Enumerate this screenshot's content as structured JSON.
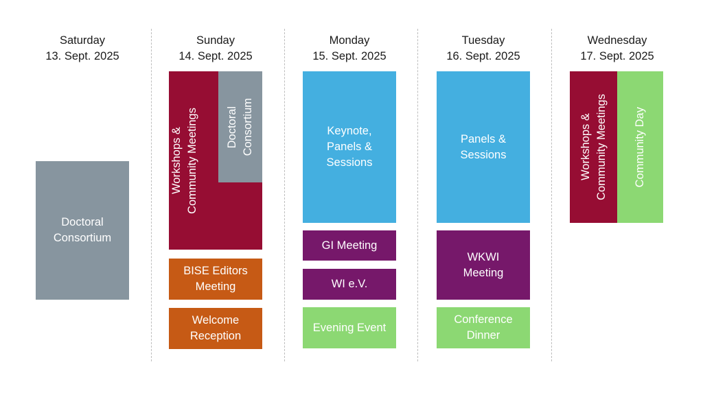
{
  "days": [
    {
      "name": "Saturday",
      "date": "13. Sept. 2025"
    },
    {
      "name": "Sunday",
      "date": "14. Sept. 2025"
    },
    {
      "name": "Monday",
      "date": "15. Sept. 2025"
    },
    {
      "name": "Tuesday",
      "date": "16. Sept. 2025"
    },
    {
      "name": "Wednesday",
      "date": "17. Sept. 2025"
    }
  ],
  "events": {
    "sat_doctoral": {
      "line1": "Doctoral",
      "line2": "Consortium"
    },
    "sun_workshops": {
      "line1": "Workshops &",
      "line2": "Community Meetings"
    },
    "sun_doctoral": {
      "line1": "Doctoral",
      "line2": "Consortium"
    },
    "sun_bise": {
      "line1": "BISE Editors",
      "line2": "Meeting"
    },
    "sun_welcome": {
      "line1": "Welcome",
      "line2": "Reception"
    },
    "mon_keynote": {
      "line1": "Keynote,",
      "line2": "Panels &",
      "line3": "Sessions"
    },
    "mon_gi": {
      "line1": "GI Meeting"
    },
    "mon_wi": {
      "line1": "WI e.V."
    },
    "mon_evening": {
      "line1": "Evening Event"
    },
    "tue_panels": {
      "line1": "Panels &",
      "line2": "Sessions"
    },
    "tue_wkwi": {
      "line1": "WKWI",
      "line2": "Meeting"
    },
    "tue_dinner": {
      "line1": "Conference",
      "line2": "Dinner"
    },
    "wed_workshops": {
      "line1": "Workshops &",
      "line2": "Community Meetings"
    },
    "wed_community": {
      "line1": "Community Day"
    }
  },
  "colors": {
    "gray": "#87959f",
    "wine": "#960d33",
    "orange": "#c65a15",
    "blue": "#44afe0",
    "purple": "#76186a",
    "green": "#8cd873"
  }
}
